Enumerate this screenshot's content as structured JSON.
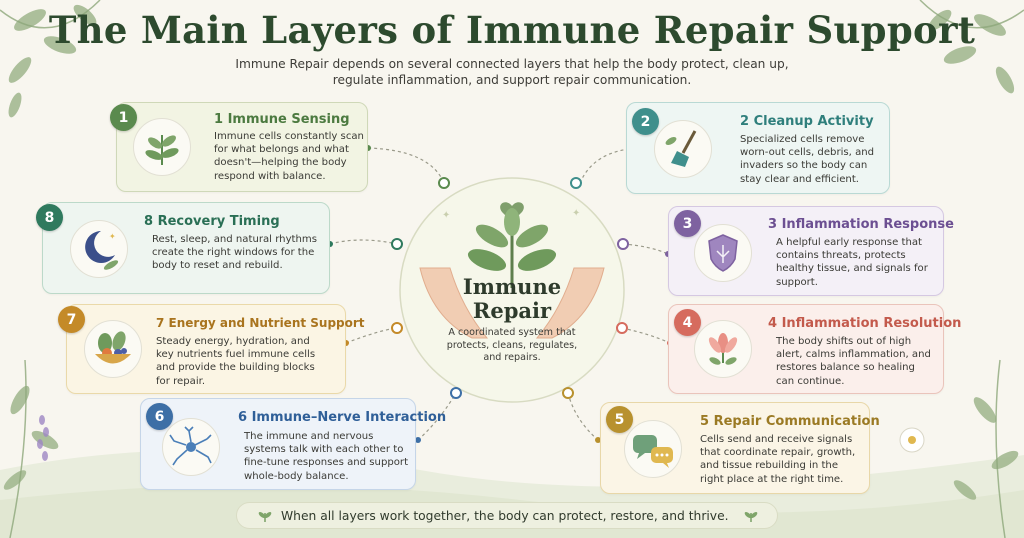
{
  "header": {
    "title": "The Main Layers of Immune Repair Support",
    "subtitle": "Immune Repair depends on several connected layers that help the body protect, clean up, regulate inflammation, and support repair communication."
  },
  "center": {
    "title_line1": "Immune",
    "title_line2": "Repair",
    "description": "A coordinated system that protects, cleans, regulates, and repairs."
  },
  "cards": [
    {
      "number": "1",
      "title": "1  Immune Sensing",
      "description": "Immune cells constantly scan for what belongs and what doesn't—helping the body respond with balance.",
      "icon": "plant-sprout-icon",
      "accent": "#5a8a4e"
    },
    {
      "number": "2",
      "title": "2  Cleanup Activity",
      "description": "Specialized cells remove worn-out cells, debris, and invaders so the body can stay clear and efficient.",
      "icon": "broom-icon",
      "accent": "#3f8f8c"
    },
    {
      "number": "3",
      "title": "3  Inflammation Response",
      "description": "A helpful early response that contains threats, protects healthy tissue, and signals for support.",
      "icon": "shield-icon",
      "accent": "#7e62a0"
    },
    {
      "number": "4",
      "title": "4  Inflammation Resolution",
      "description": "The body shifts out of high alert, calms inflammation, and restores balance so healing can continue.",
      "icon": "lotus-flower-icon",
      "accent": "#d66b5e"
    },
    {
      "number": "5",
      "title": "5  Repair Communication",
      "description": "Cells send and receive signals that coordinate repair, growth, and tissue rebuilding in the right place at the right time.",
      "icon": "speech-bubbles-icon",
      "accent": "#b8912e"
    },
    {
      "number": "6",
      "title": "6  Immune–Nerve Interaction",
      "description": "The immune and nervous systems talk with each other to fine-tune responses and support whole-body balance.",
      "icon": "neuron-icon",
      "accent": "#3d6fa6"
    },
    {
      "number": "7",
      "title": "7  Energy and Nutrient Support",
      "description": "Steady energy, hydration, and key nutrients fuel immune cells and provide the building blocks for repair.",
      "icon": "food-bowl-icon",
      "accent": "#c48a28"
    },
    {
      "number": "8",
      "title": "8  Recovery Timing",
      "description": "Rest, sleep, and natural rhythms create the right windows for the body to reset and rebuild.",
      "icon": "moon-icon",
      "accent": "#2f7a5e"
    }
  ],
  "footer": {
    "text": "When all layers work together, the body can protect, restore, and thrive."
  }
}
